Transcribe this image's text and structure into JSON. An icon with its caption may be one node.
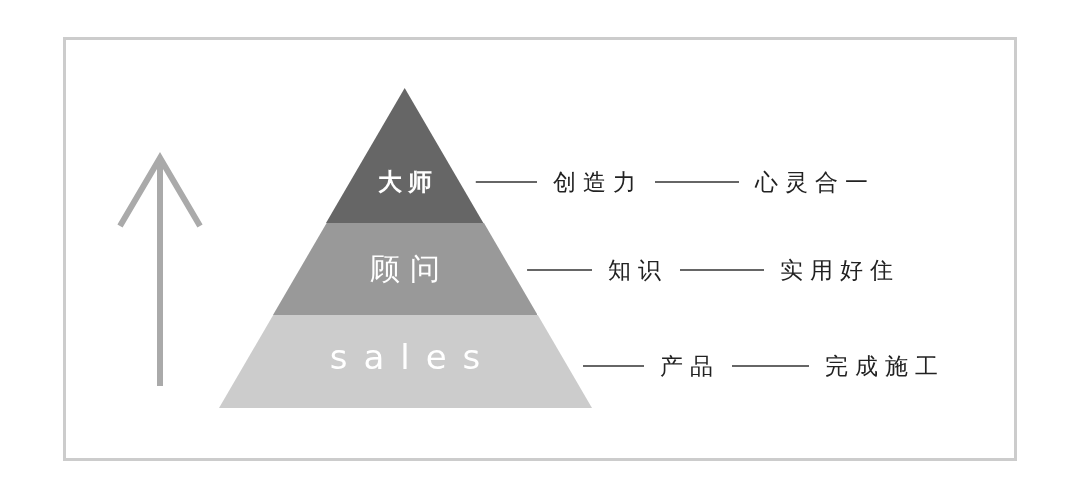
{
  "diagram": {
    "nodes": [
      {
        "text": [
          "大师"
        ]
      },
      {
        "text": [
          "顾问"
        ]
      },
      {
        "text": [
          "sales"
        ]
      },
      {
        "text": [
          "创造力"
        ]
      },
      {
        "text": [
          "心灵合一"
        ]
      },
      {
        "text": [
          "知识"
        ]
      },
      {
        "text": [
          "实用好住"
        ]
      },
      {
        "text": [
          "产品"
        ]
      },
      {
        "text": [
          "完成施工"
        ]
      }
    ],
    "edges": [
      {
        "from": 0,
        "to": 3,
        "arrow": "none"
      },
      {
        "from": 3,
        "to": 4,
        "arrow": "none"
      },
      {
        "from": 1,
        "to": 5,
        "arrow": "none"
      },
      {
        "from": 5,
        "to": 6,
        "arrow": "none"
      },
      {
        "from": 2,
        "to": 7,
        "arrow": "none"
      },
      {
        "from": 7,
        "to": 8,
        "arrow": "none"
      }
    ]
  }
}
